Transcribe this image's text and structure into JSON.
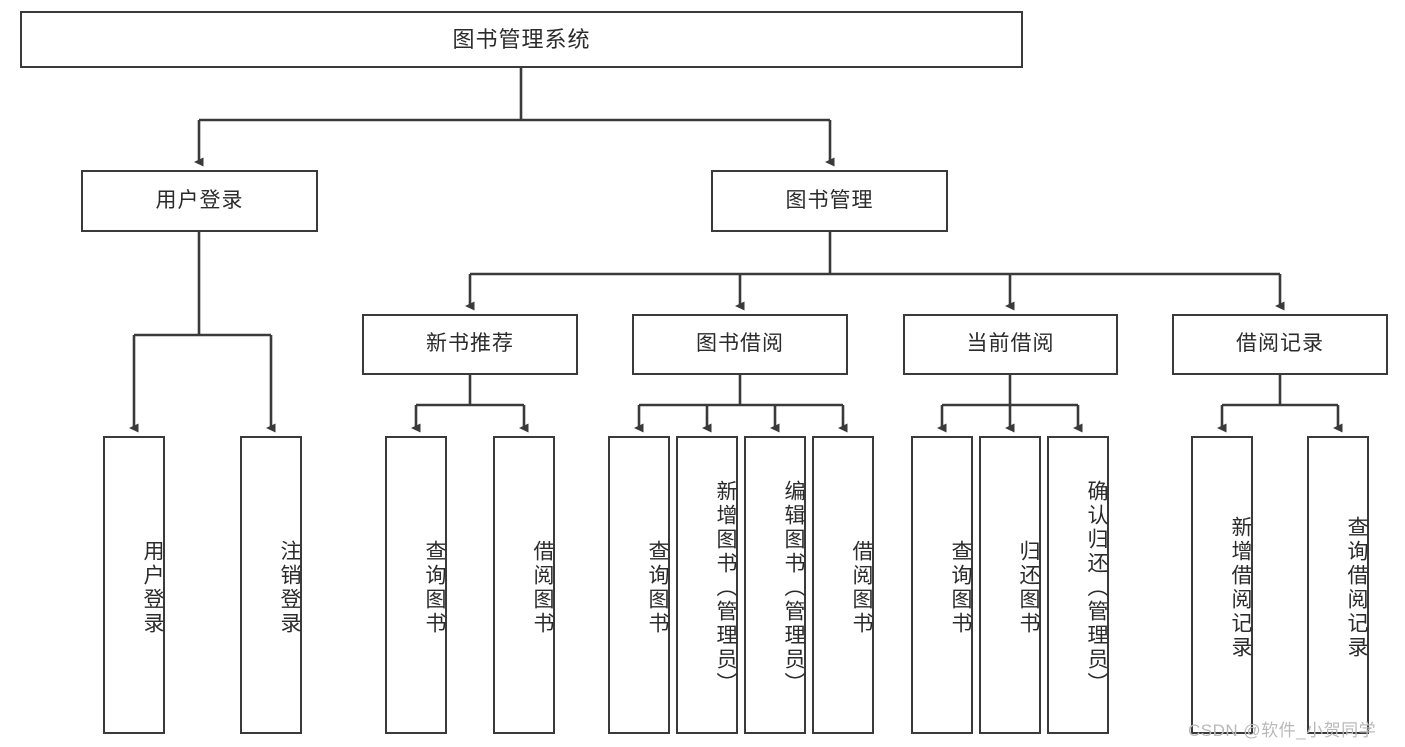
{
  "diagram": {
    "title": "图书管理系统",
    "type": "hierarchy-tree",
    "line_color": "#3a3a3a",
    "box_fill": "#ffffff",
    "text_color": "#2b2b2b",
    "nodes": {
      "root": {
        "label": "图书管理系统"
      },
      "level2": [
        {
          "id": "user-login",
          "label": "用户登录"
        },
        {
          "id": "book-manage",
          "label": "图书管理"
        }
      ],
      "level3": [
        {
          "id": "new-book-rec",
          "label": "新书推荐"
        },
        {
          "id": "book-borrow",
          "label": "图书借阅"
        },
        {
          "id": "current-borrow",
          "label": "当前借阅"
        },
        {
          "id": "borrow-record",
          "label": "借阅记录"
        }
      ],
      "leaves": [
        {
          "id": "leaf-user-login",
          "label": "用户登录",
          "parent": "user-login"
        },
        {
          "id": "leaf-logout",
          "label": "注销登录",
          "parent": "user-login"
        },
        {
          "id": "leaf-query-book-1",
          "label": "查询图书",
          "parent": "new-book-rec"
        },
        {
          "id": "leaf-borrow-book-1",
          "label": "借阅图书",
          "parent": "new-book-rec"
        },
        {
          "id": "leaf-query-book-2",
          "label": "查询图书",
          "parent": "book-borrow"
        },
        {
          "id": "leaf-add-book",
          "label": "新增图书（管理员）",
          "parent": "book-borrow"
        },
        {
          "id": "leaf-edit-book",
          "label": "编辑图书（管理员）",
          "parent": "book-borrow"
        },
        {
          "id": "leaf-borrow-book-2",
          "label": "借阅图书",
          "parent": "book-borrow"
        },
        {
          "id": "leaf-query-book-3",
          "label": "查询图书",
          "parent": "current-borrow"
        },
        {
          "id": "leaf-return-book",
          "label": "归还图书",
          "parent": "current-borrow"
        },
        {
          "id": "leaf-confirm-return",
          "label": "确认归还（管理员）",
          "parent": "current-borrow"
        },
        {
          "id": "leaf-add-record",
          "label": "新增借阅记录",
          "parent": "borrow-record"
        },
        {
          "id": "leaf-query-record",
          "label": "查询借阅记录",
          "parent": "borrow-record"
        }
      ]
    },
    "watermark": "CSDN @软件_小贺同学"
  }
}
